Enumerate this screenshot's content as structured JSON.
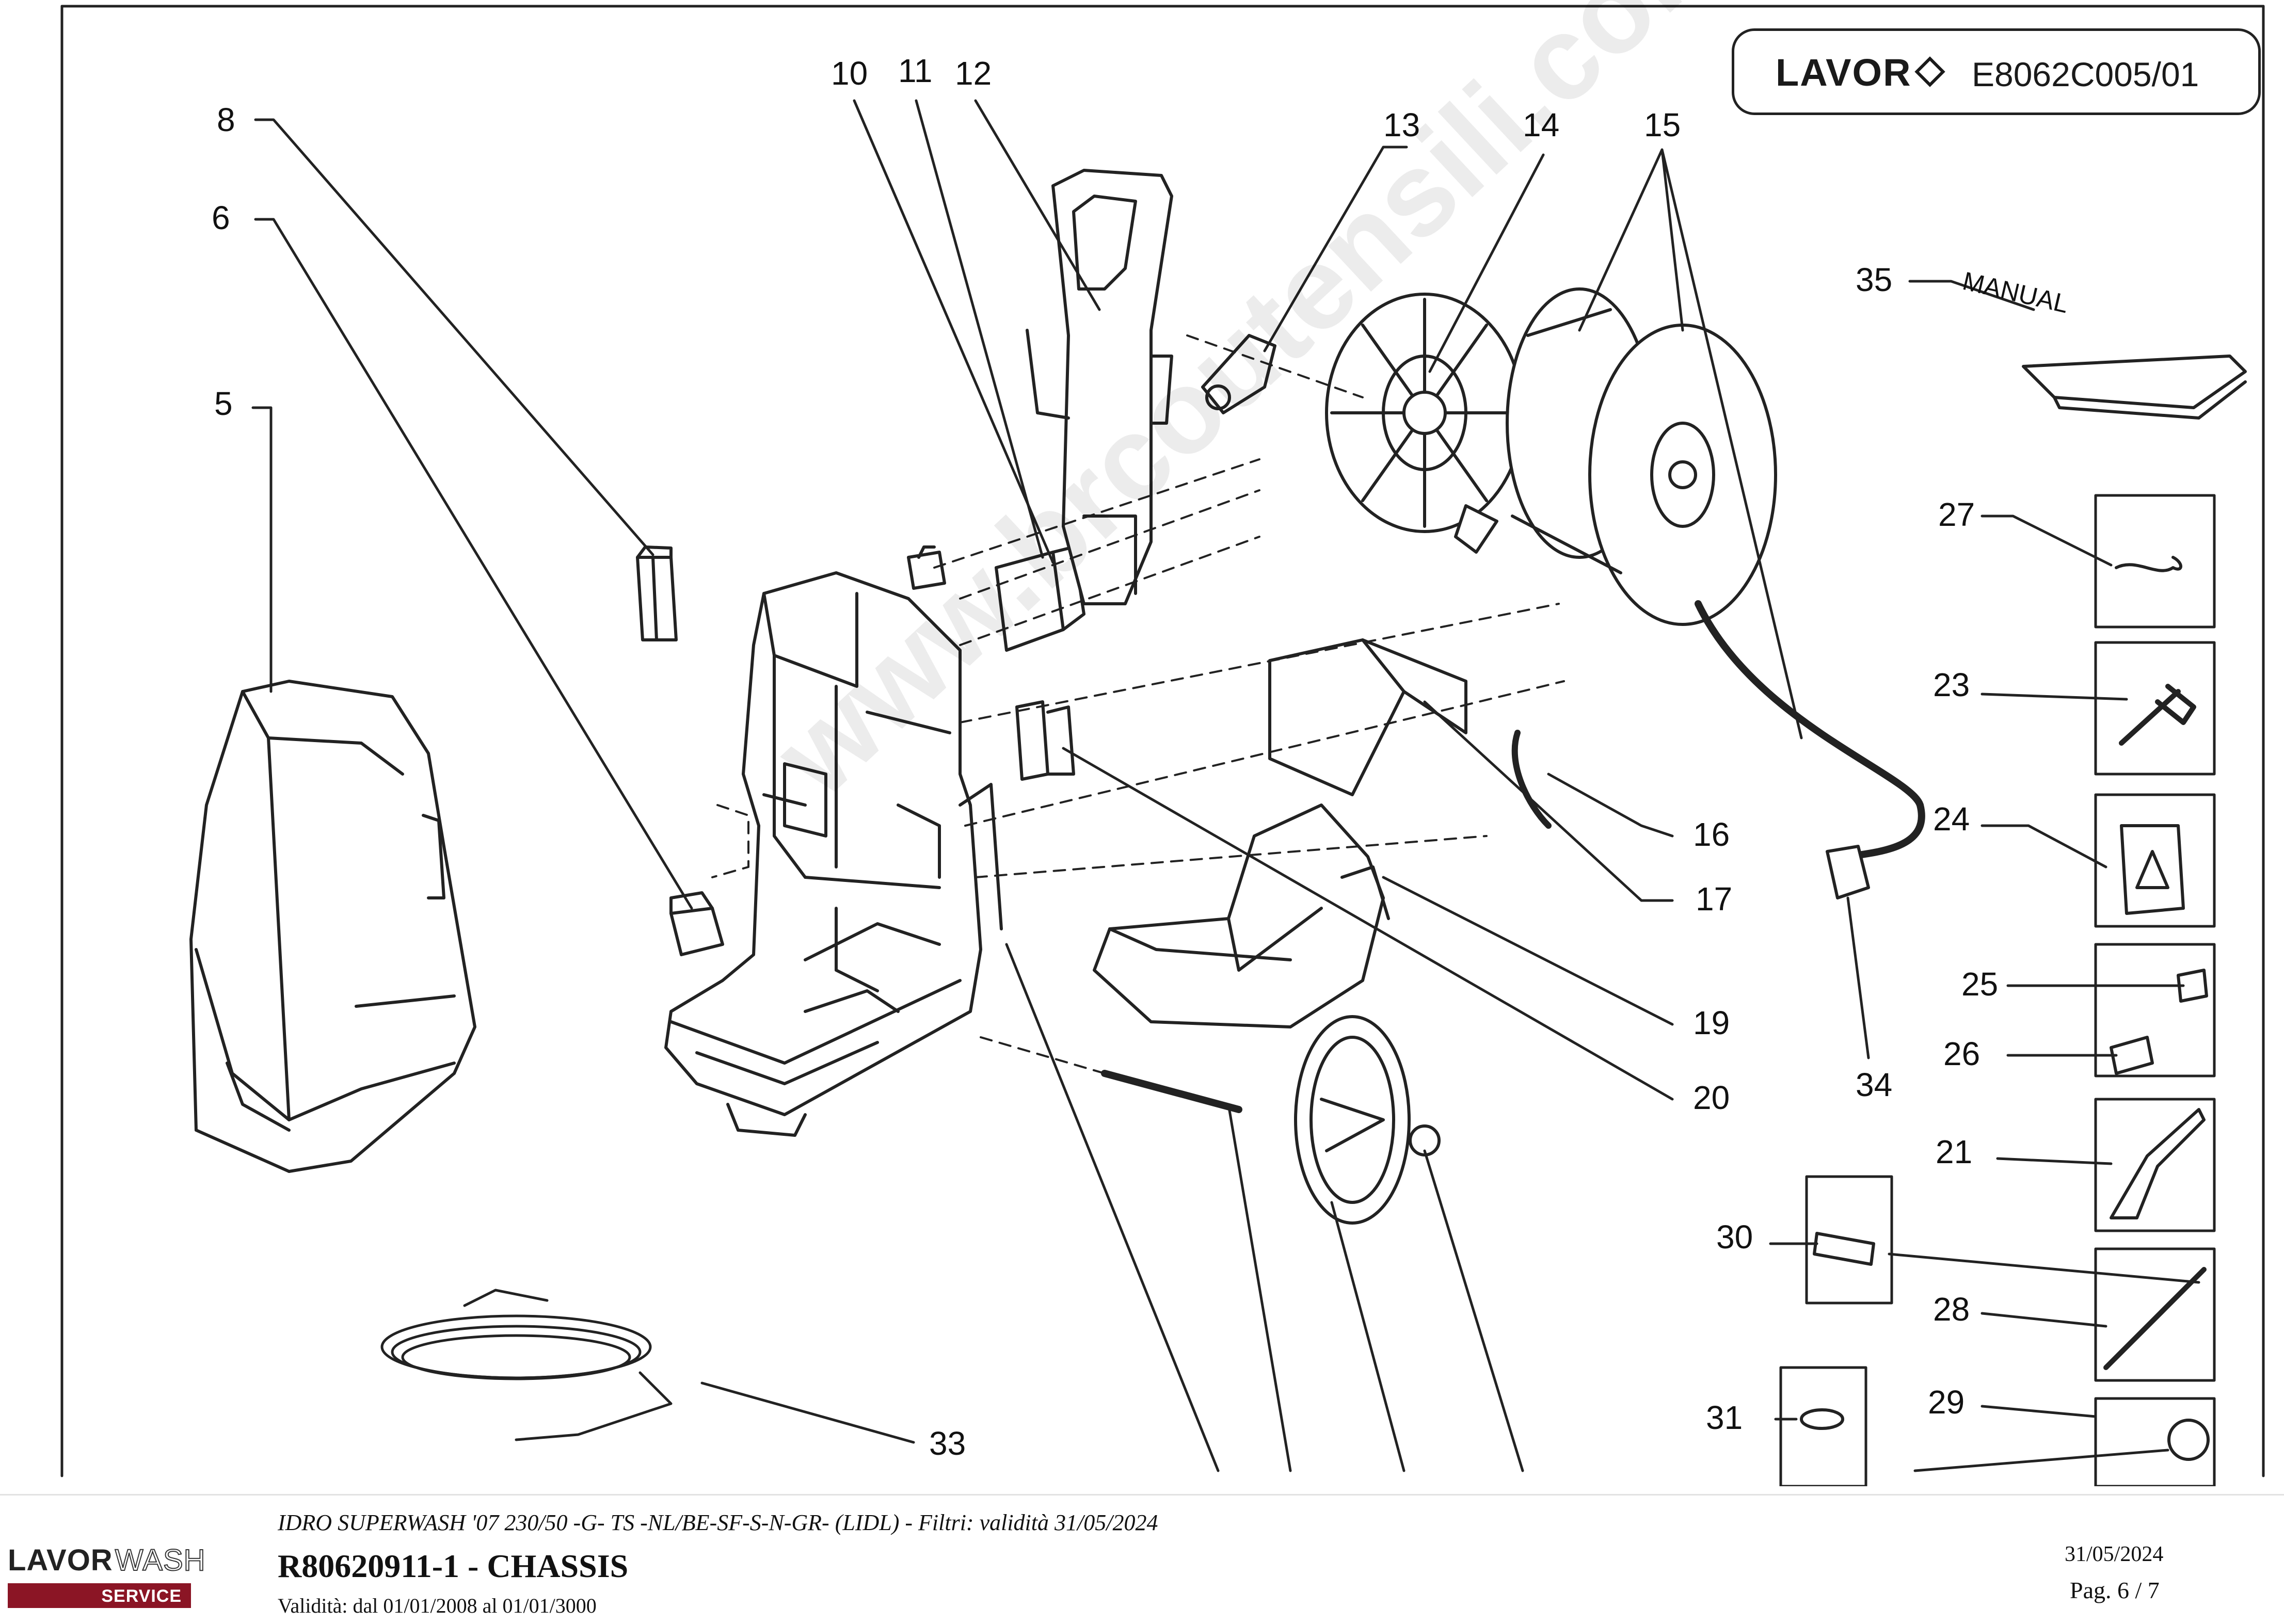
{
  "header": {
    "brand": "LAVOR",
    "code": "E8062C005/01"
  },
  "callouts": {
    "n8": "8",
    "n6": "6",
    "n5": "5",
    "n10": "10",
    "n11": "11",
    "n12": "12",
    "n13": "13",
    "n14": "14",
    "n15": "15",
    "n35": "35",
    "n27": "27",
    "n23": "23",
    "n24": "24",
    "n25": "25",
    "n26": "26",
    "n21": "21",
    "n30": "30",
    "n28": "28",
    "n31": "31",
    "n29": "29",
    "n34": "34",
    "n16": "16",
    "n17": "17",
    "n19": "19",
    "n20": "20",
    "n33": "33"
  },
  "manual_label": "MANUAL",
  "watermark": "www.brcoutensili.com",
  "footer": {
    "logo_main": "LAVOR",
    "logo_wash": "WASH",
    "logo_service": "SERVICE",
    "title": "IDRO SUPERWASH '07 230/50 -G- TS -NL/BE-SF-S-N-GR- (LIDL) - Filtri: validità 31/05/2024",
    "doc": "R80620911-1 - CHASSIS",
    "validity": "Validità: dal 01/01/2008 al 01/01/3000",
    "date": "31/05/2024",
    "page": "Pag. 6 / 7"
  }
}
